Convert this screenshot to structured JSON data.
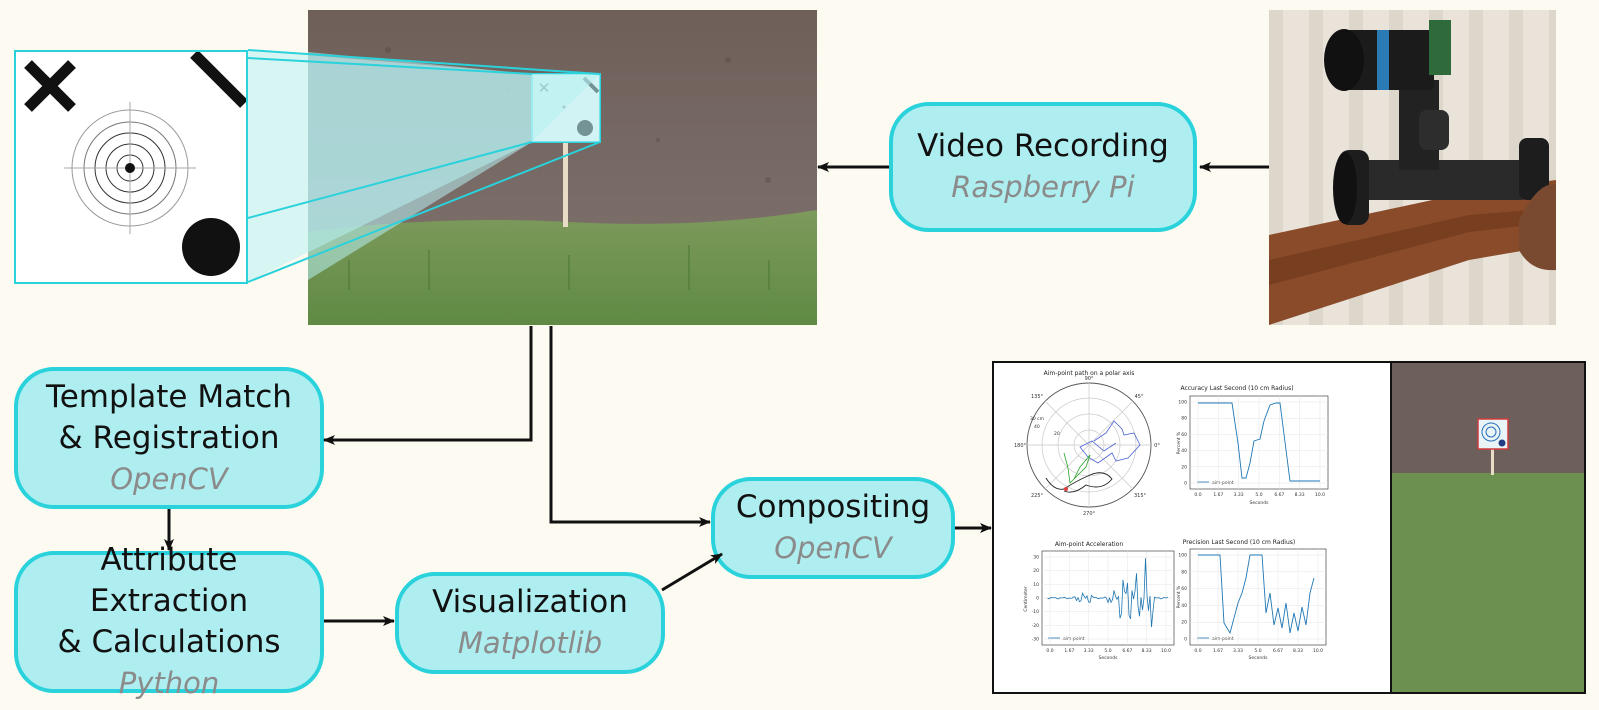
{
  "nodes": {
    "video_recording": {
      "title": "Video Recording",
      "tech": "Raspberry Pi"
    },
    "template_match": {
      "title_line1": "Template Match",
      "title_line2": "& Registration",
      "tech": "OpenCV"
    },
    "attribute_extraction": {
      "title_line1": "Attribute Extraction",
      "title_line2": "& Calculations",
      "tech": "Python"
    },
    "visualization": {
      "title": "Visualization",
      "tech": "Matplotlib"
    },
    "compositing": {
      "title": "Compositing",
      "tech": "OpenCV"
    }
  },
  "output_panel": {
    "polar_plot": {
      "title": "Aim-point path on a polar axis",
      "angle_labels": [
        "90°",
        "45°",
        "0°",
        "315°",
        "270°",
        "225°",
        "180°",
        "135°"
      ],
      "radius_labels": [
        "30 cm",
        "40",
        "20"
      ]
    },
    "accuracy_plot": {
      "title": "Accuracy Last Second (10 cm Radius)",
      "ylabel": "Percent %",
      "xlabel": "Seconds",
      "legend": "aim-point",
      "x_ticks": [
        "0.0",
        "1.67",
        "3.33",
        "5.0",
        "6.67",
        "8.33",
        "10.0"
      ],
      "y_ticks": [
        "100",
        "80",
        "60",
        "40",
        "20",
        "0"
      ]
    },
    "acceleration_plot": {
      "title": "Aim-point Acceleration",
      "ylabel": "Centimeter",
      "xlabel": "Seconds",
      "legend": "aim-point",
      "x_ticks": [
        "0.0",
        "1.67",
        "3.33",
        "5.0",
        "6.67",
        "8.33",
        "10.0"
      ],
      "y_ticks": [
        "30",
        "20",
        "10",
        "0",
        "-10",
        "-20",
        "-30"
      ]
    },
    "precision_plot": {
      "title": "Precision Last Second (10 cm Radius)",
      "ylabel": "Percent %",
      "xlabel": "Seconds",
      "legend": "aim-point",
      "x_ticks": [
        "0.0",
        "1.67",
        "3.33",
        "5.0",
        "6.67",
        "8.33",
        "10.0"
      ],
      "y_ticks": [
        "100",
        "80",
        "60",
        "40",
        "20",
        "0"
      ]
    }
  },
  "colors": {
    "node_fill": "#aeeef0",
    "node_border": "#2ad2dc",
    "tech_text": "#8b8b8b",
    "background": "#fdfaf1",
    "plot_line": "#1f77b4"
  },
  "icons": {
    "target_photo": "target-on-stake-photo",
    "camera_photo": "rifle-mounted-camera-photo",
    "template": "target-template-icon"
  }
}
